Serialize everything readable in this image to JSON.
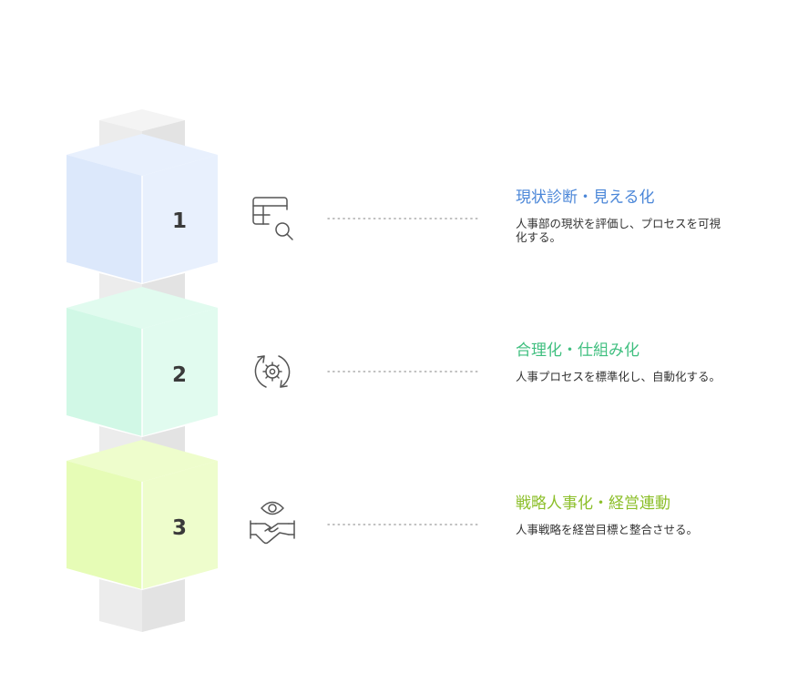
{
  "steps": [
    {
      "number": "1",
      "title": "現状診断・見える化",
      "description": "人事部の現状を評価し、プロセスを可視化する。",
      "icon": "table-search-icon",
      "color": "#4a86d8",
      "fill_front": "#dce8fb",
      "fill_side": "#e8f0fd"
    },
    {
      "number": "2",
      "title": "合理化・仕組み化",
      "description": "人事プロセスを標準化し、自動化する。",
      "icon": "gear-refresh-icon",
      "color": "#3fbf7f",
      "fill_front": "#d1f8e6",
      "fill_side": "#e1fbef"
    },
    {
      "number": "3",
      "title": "戦略人事化・経営連動",
      "description": "人事戦略を経営目標と整合させる。",
      "icon": "eye-handshake-icon",
      "color": "#8cbf2a",
      "fill_front": "#e6fcb6",
      "fill_side": "#eefdcc"
    }
  ]
}
